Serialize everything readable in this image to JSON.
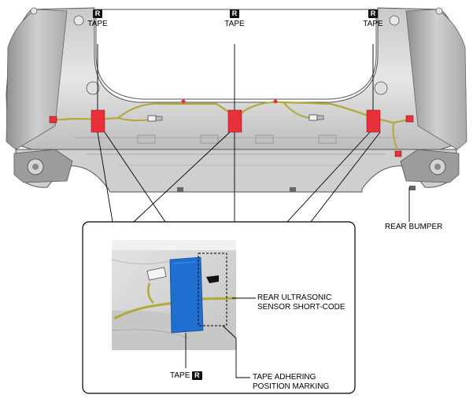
{
  "tape_marker_letter": "R",
  "tape_word": "TAPE",
  "labels": {
    "rear_bumper": "REAR BUMPER",
    "sensor_code_line1": "REAR ULTRASONIC",
    "sensor_code_line2": "SENSOR SHORT-CODE",
    "adhering_line1": "TAPE ADHERING",
    "adhering_line2": "POSITION MARKING"
  },
  "colors": {
    "tape_red": "#e8303a",
    "tape_blue": "#1e6fd0",
    "harness": "#b4a83a",
    "bumper_fill": "#d8d8d8"
  }
}
